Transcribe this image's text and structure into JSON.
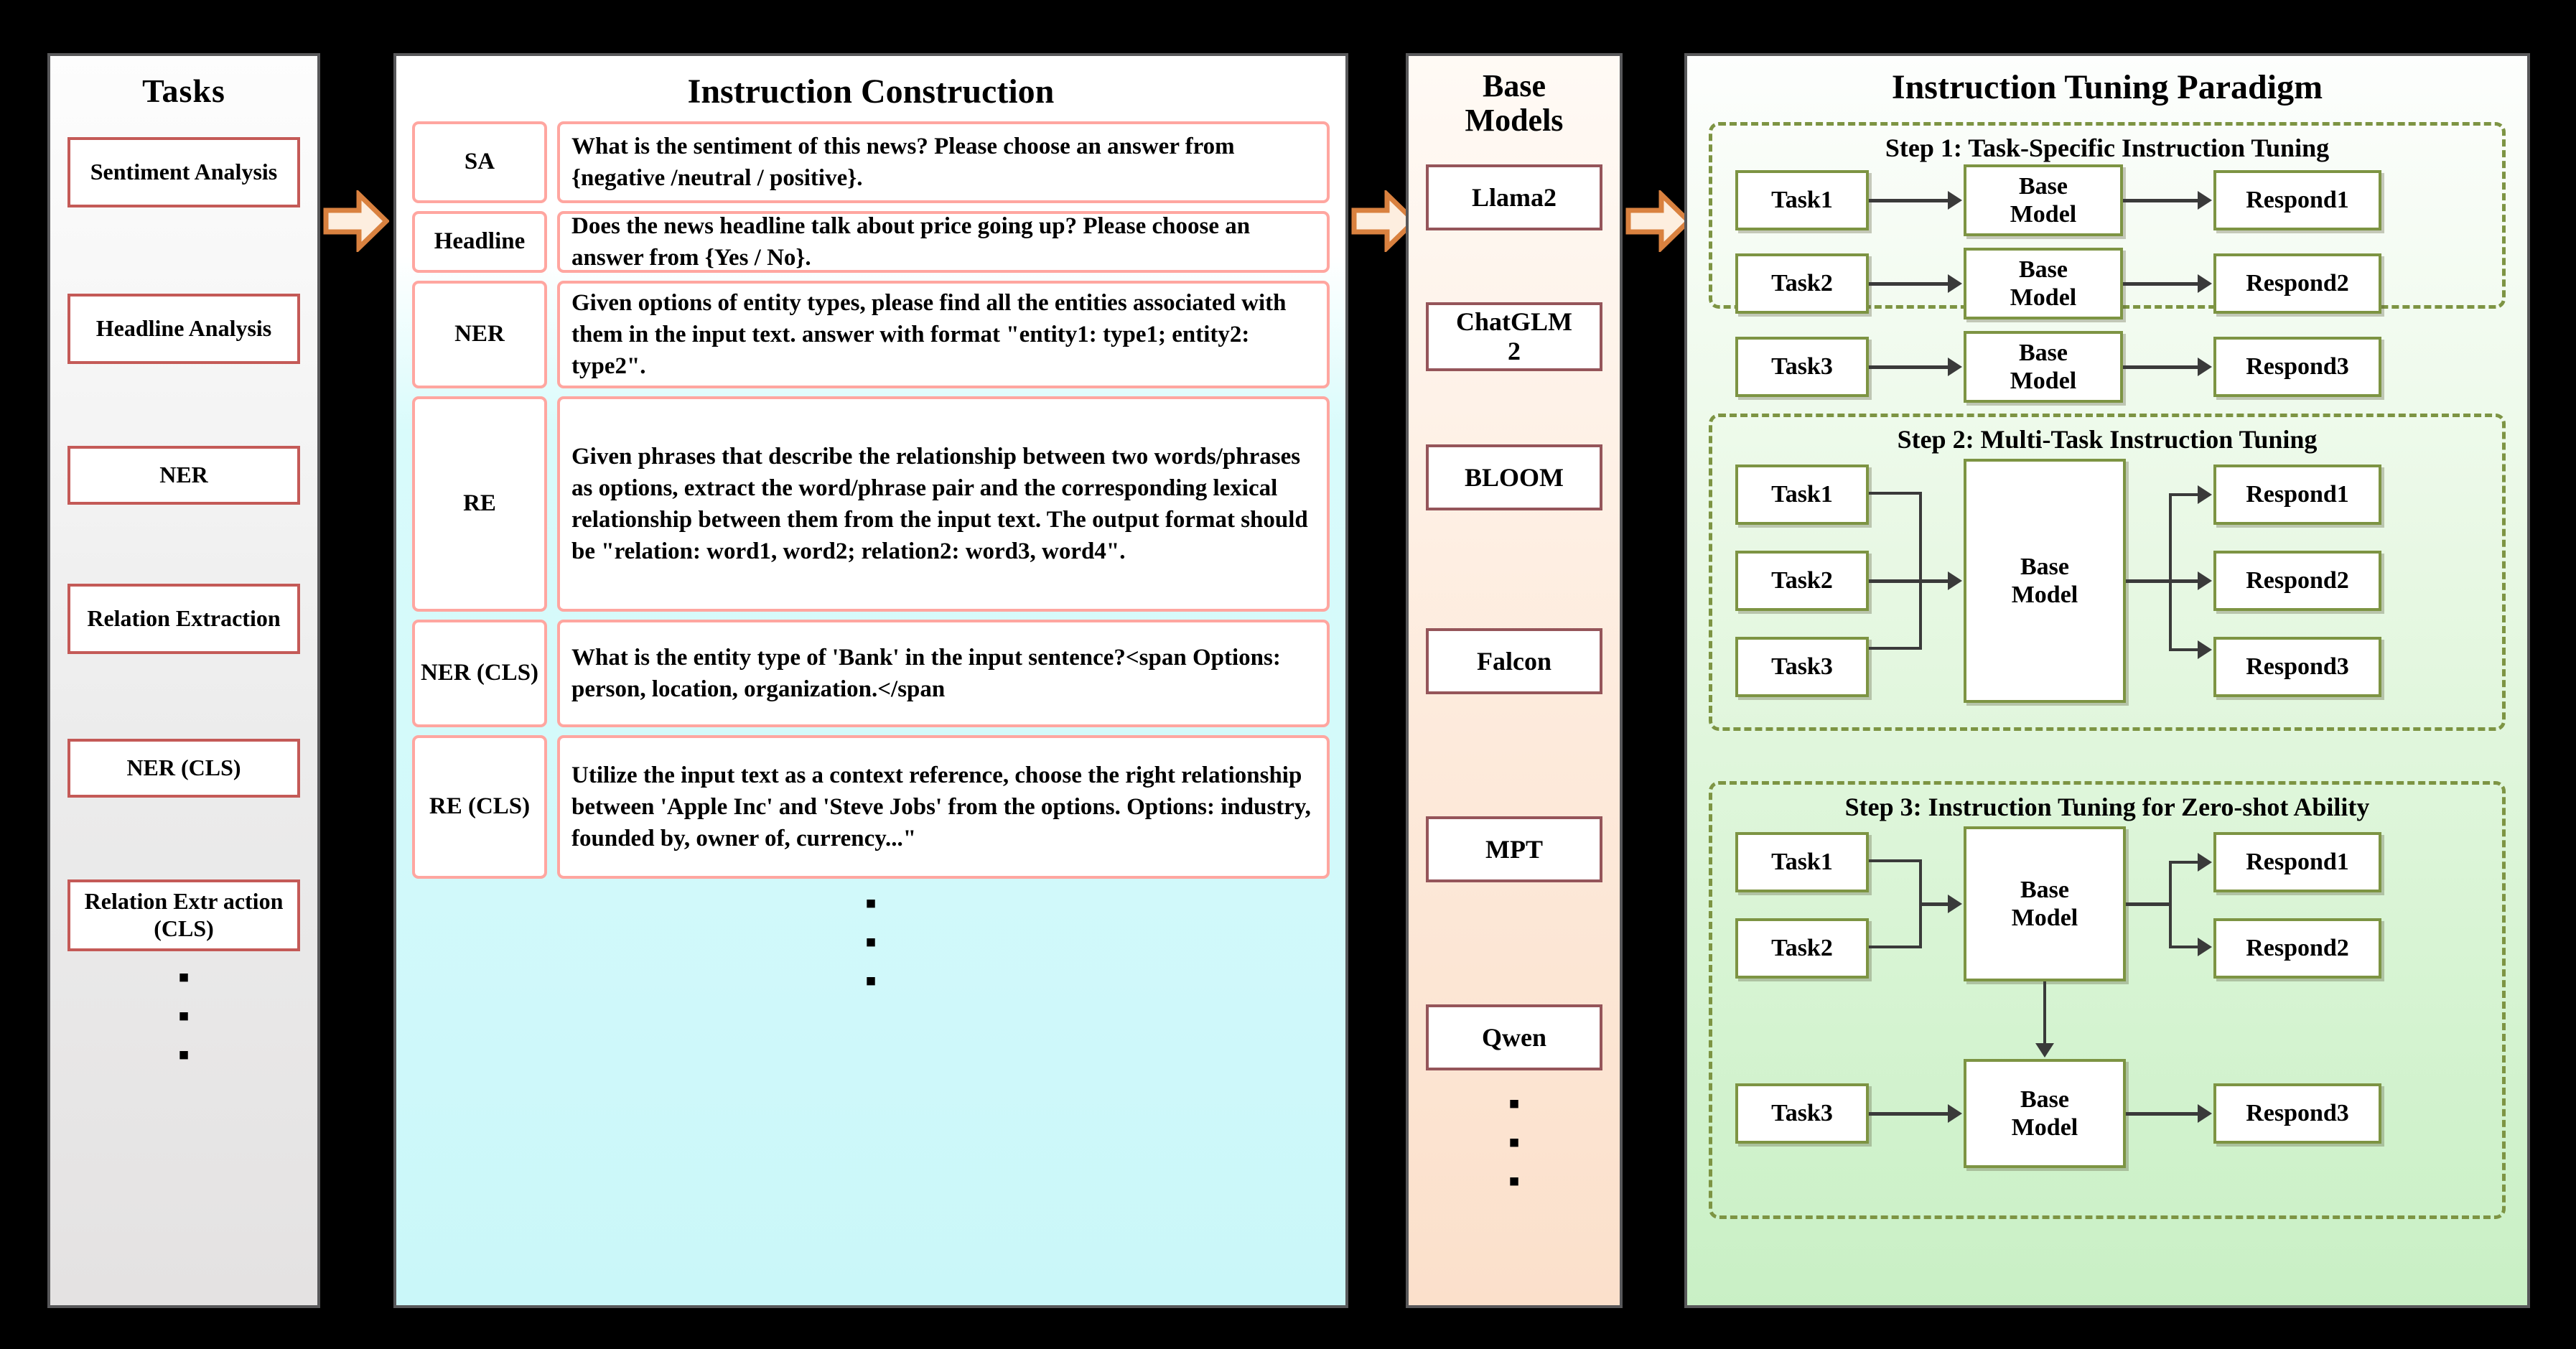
{
  "tasks": {
    "title": "Tasks",
    "items": [
      {
        "label": "Sentiment Analysis"
      },
      {
        "label": "Headline Analysis"
      },
      {
        "label": "NER"
      },
      {
        "label": "Relation Extraction"
      },
      {
        "label": "NER (CLS)"
      },
      {
        "label": "Relation Extr action (CLS)"
      }
    ],
    "ellipsis": "▪"
  },
  "instruction_construction": {
    "title": "Instruction Construction",
    "rows": [
      {
        "tag": "SA",
        "text": "What is the sentiment of this news? Please choose an answer from {negative /neutral / positive}."
      },
      {
        "tag": "Headline",
        "text": "Does the news headline talk about price going up? Please choose an answer from {Yes / No}."
      },
      {
        "tag": "NER",
        "text": "Given options of entity types, please find all the entities associated with them in the input text. answer with format \"entity1: type1; entity2: type2\"."
      },
      {
        "tag": "RE",
        "text": "Given phrases that describe the relationship between two words/phrases as options, extract the word/phrase pair and the corresponding lexical relationship between them from the input text. The output format should be \"relation: word1, word2; relation2: word3, word4\"."
      },
      {
        "tag": "NER (CLS)",
        "text": "What is the entity type of 'Bank' in the input sentence?<span Options: person, location, organization.</span"
      },
      {
        "tag": "RE (CLS)",
        "text": "Utilize the input text as a context reference, choose the right relationship between 'Apple Inc' and 'Steve Jobs' from the options. Options: industry, founded by, owner of, currency...\""
      }
    ],
    "ellipsis": "▪"
  },
  "base_models": {
    "title": "Base Models",
    "items": [
      {
        "label": "Llama2"
      },
      {
        "label": "ChatGLM 2"
      },
      {
        "label": "BLOOM"
      },
      {
        "label": "Falcon"
      },
      {
        "label": "MPT"
      },
      {
        "label": "Qwen"
      }
    ],
    "ellipsis": "▪"
  },
  "paradigm": {
    "title": "Instruction Tuning Paradigm",
    "steps": [
      {
        "title": "Step 1: Task-Specific Instruction Tuning",
        "tasks": [
          "Task1",
          "Task2",
          "Task3"
        ],
        "models": [
          "Base Model",
          "Base Model",
          "Base Model"
        ],
        "responds": [
          "Respond1",
          "Respond2",
          "Respond3"
        ]
      },
      {
        "title": "Step 2: Multi-Task Instruction Tuning",
        "tasks": [
          "Task1",
          "Task2",
          "Task3"
        ],
        "models": [
          "Base Model"
        ],
        "responds": [
          "Respond1",
          "Respond2",
          "Respond3"
        ]
      },
      {
        "title": "Step 3: Instruction Tuning for Zero-shot Ability",
        "tasks": [
          "Task1",
          "Task2",
          "Task3"
        ],
        "models": [
          "Base Model",
          "Base Model"
        ],
        "responds": [
          "Respond1",
          "Respond2",
          "Respond3"
        ]
      }
    ]
  },
  "colors": {
    "background": "#000000",
    "panel_border": "#58585a",
    "task_box_border": "#c45a57",
    "instruction_box_border": "#ffa6a0",
    "model_box_border": "#95555a",
    "paradigm_box_border": "#7d9443",
    "arrow_fill": "#fdeedf",
    "arrow_stroke": "#d9813f",
    "connector": "#3a3a3a"
  },
  "flow_arrows": [
    {
      "name": "tasks-to-instruction"
    },
    {
      "name": "instruction-to-models"
    },
    {
      "name": "models-to-paradigm"
    }
  ]
}
